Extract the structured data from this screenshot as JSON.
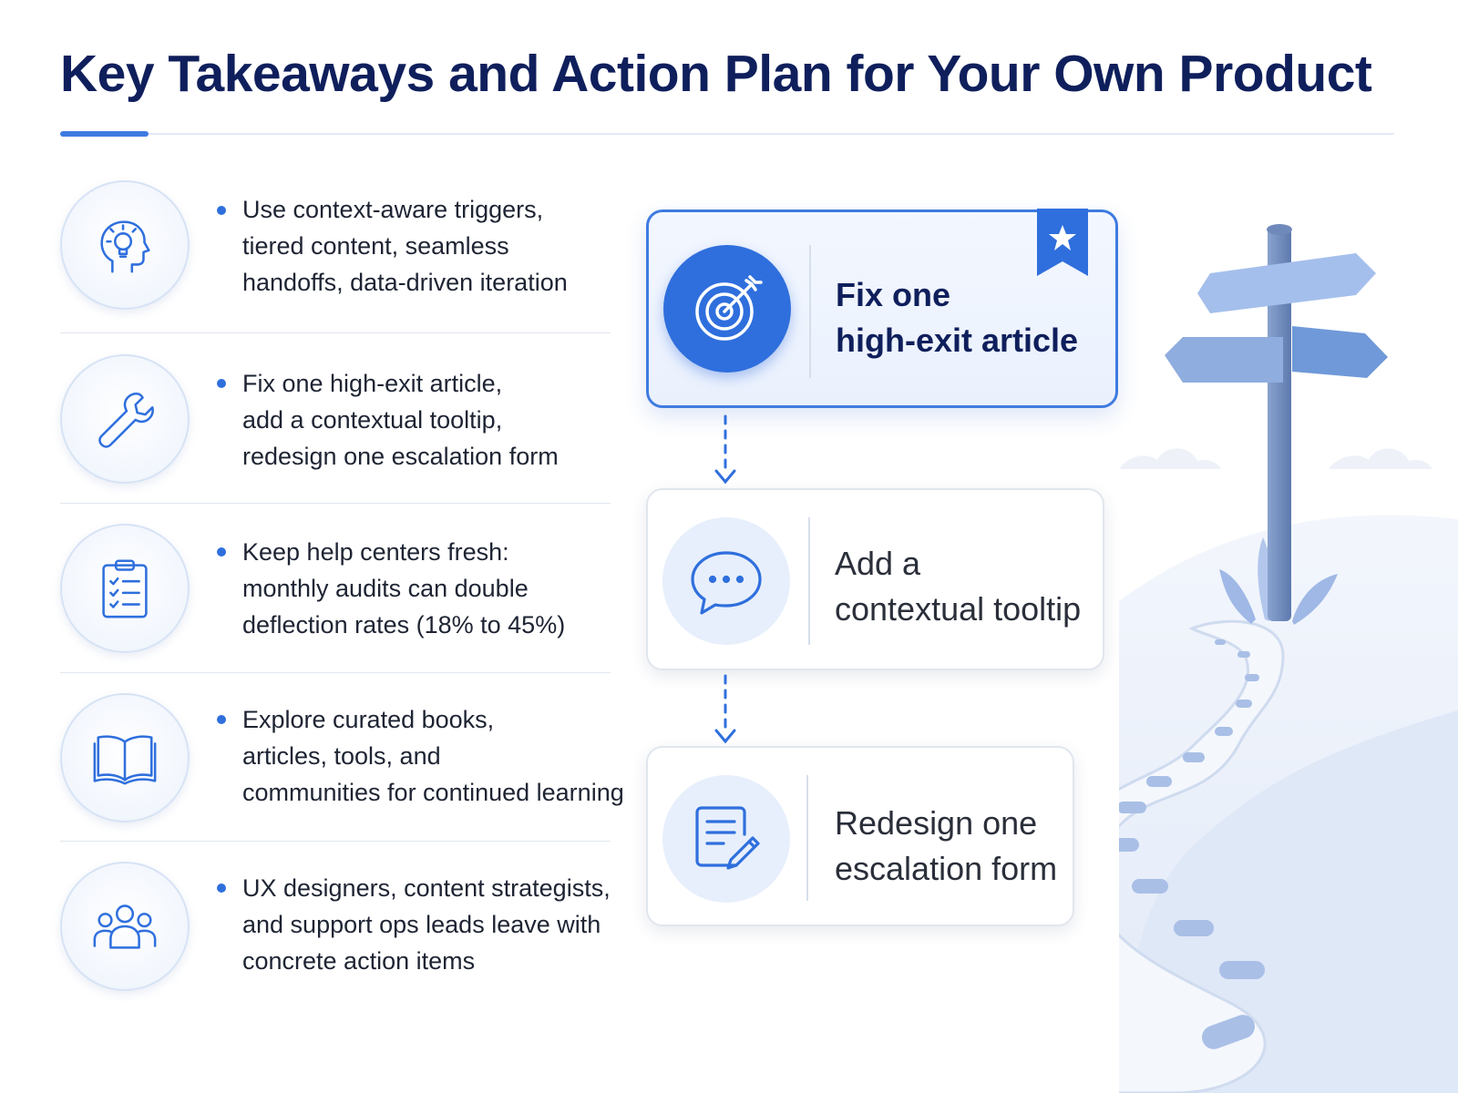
{
  "title": "Key Takeaways and Action Plan for Your Own Product",
  "colors": {
    "title": "#0f1f5c",
    "accent": "#3f7be0",
    "primary_blue": "#2f6fdd",
    "soft_blue": "#e7effc"
  },
  "takeaways": [
    {
      "icon": "lightbulb-head-icon",
      "lines": [
        "Use context-aware triggers,",
        "tiered content, seamless",
        "handoffs, data-driven iteration"
      ]
    },
    {
      "icon": "wrench-icon",
      "lines": [
        "Fix one high-exit article,",
        "add a contextual tooltip,",
        "redesign one escalation form"
      ]
    },
    {
      "icon": "clipboard-checklist-icon",
      "lines": [
        "Keep help centers fresh:",
        "monthly audits can double",
        "deflection rates (18% to 45%)"
      ]
    },
    {
      "icon": "open-book-icon",
      "lines": [
        "Explore curated books,",
        "articles, tools, and",
        "communities for continued learning"
      ]
    },
    {
      "icon": "people-group-icon",
      "lines": [
        "UX designers, content strategists,",
        "and support ops leads leave with",
        "concrete action items"
      ]
    }
  ],
  "actions": [
    {
      "icon": "target-arrow-icon",
      "lines": [
        "Fix one",
        "high-exit article"
      ],
      "featured": true,
      "badge_icon": "star-ribbon-icon"
    },
    {
      "icon": "chat-bubble-icon",
      "lines": [
        "Add a",
        "contextual tooltip"
      ],
      "featured": false
    },
    {
      "icon": "document-pen-icon",
      "lines": [
        "Redesign one",
        "escalation form"
      ],
      "featured": false
    }
  ],
  "illustration": {
    "icon": "signpost-road-illustration"
  }
}
